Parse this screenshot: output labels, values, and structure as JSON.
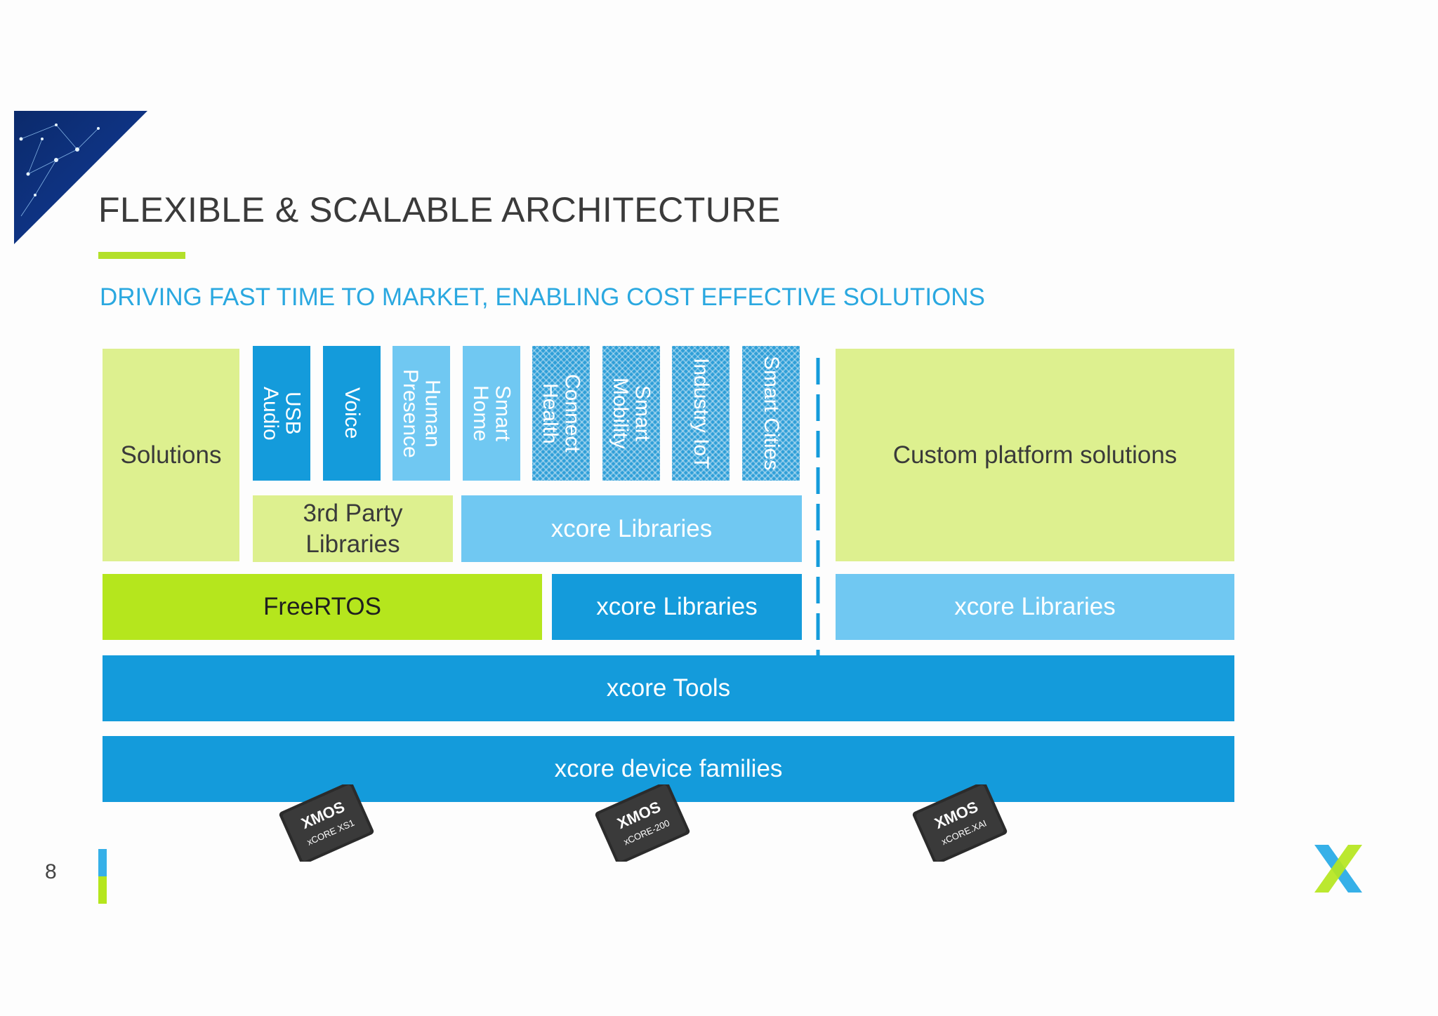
{
  "slide": {
    "title": "FLEXIBLE & SCALABLE ARCHITECTURE",
    "subtitle": "DRIVING FAST TIME TO MARKET, ENABLING COST EFFECTIVE SOLUTIONS",
    "page_number": "8"
  },
  "diagram": {
    "solutions": "Solutions",
    "apps": [
      {
        "label": "USB\nAudio",
        "style": "blue"
      },
      {
        "label": "Voice",
        "style": "blue"
      },
      {
        "label": "Human\nPresence",
        "style": "sky"
      },
      {
        "label": "Smart\nHome",
        "style": "sky"
      },
      {
        "label": "Connect\nHealth",
        "style": "hatch"
      },
      {
        "label": "Smart\nMobility",
        "style": "hatch"
      },
      {
        "label": "Industry IoT",
        "style": "hatch"
      },
      {
        "label": "Smart Cities",
        "style": "hatch"
      }
    ],
    "third_party": "3rd Party\nLibraries",
    "xcore_libraries_upper": "xcore Libraries",
    "freertos": "FreeRTOS",
    "xcore_libraries_mid": "xcore Libraries",
    "custom_platform": "Custom platform solutions",
    "xcore_libraries_right": "xcore Libraries",
    "xcore_tools": "xcore Tools",
    "device_families": "xcore device families"
  },
  "chips": [
    {
      "brand": "XMOS",
      "model": "xCORE XS1"
    },
    {
      "brand": "XMOS",
      "model": "xCORE-200"
    },
    {
      "brand": "XMOS",
      "model": "xCORE.XAI"
    }
  ],
  "colors": {
    "lime": "#b5e61d",
    "lime_pale": "#ddf08f",
    "blue": "#149bdb",
    "sky": "#70c8f2",
    "title_text": "#3a3a3a",
    "subtitle_text": "#2aa8e0"
  }
}
